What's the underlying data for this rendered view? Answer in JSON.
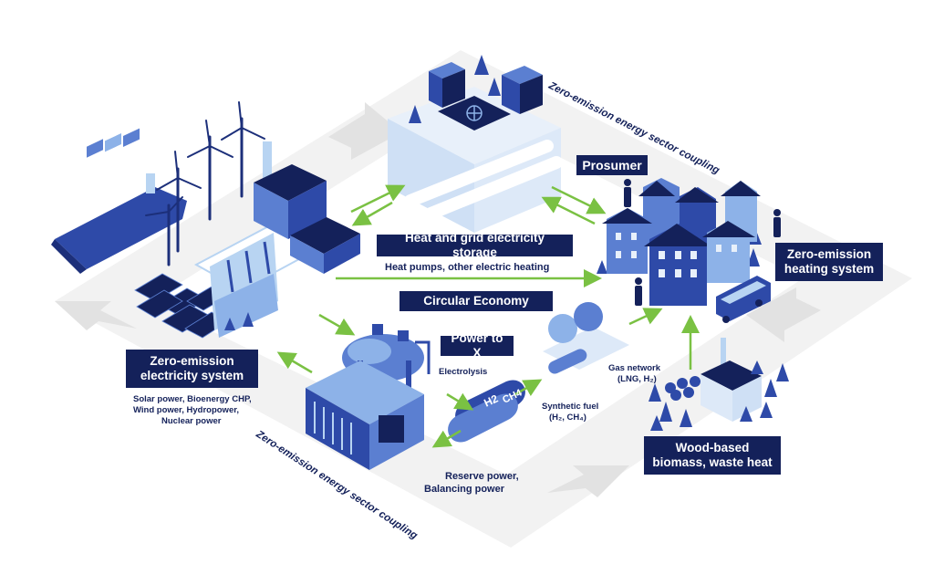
{
  "colors": {
    "label_bg": "#14215a",
    "label_text": "#ffffff",
    "arrow_green": "#7ac143",
    "building_blue": "#2e4aa8",
    "light_blue": "#b8d4f2",
    "platform": "#ececec"
  },
  "labels": {
    "heat_storage": "Heat and grid electricity storage",
    "heat_pumps": "Heat pumps, other electric heating",
    "circular": "Circular Economy",
    "prosumer": "Prosumer",
    "heating_system": "Zero-emission heating system",
    "power_to_x": "Power to X",
    "electrolysis": "Electrolysis",
    "electricity_system": "Zero-emission electricity system",
    "sources_1": "Solar power, Bioenergy CHP,",
    "sources_2": "Wind power, Hydropower,",
    "sources_3": "Nuclear power",
    "gas_network_1": "Gas network",
    "gas_network_2": "(LNG, H₂)",
    "synthetic_fuel_1": "Synthetic fuel",
    "synthetic_fuel_2": "(H₂, CH₄)",
    "reserve_1": "Reserve power,",
    "reserve_2": "Balancing power",
    "biomass": "Wood-based biomass, waste heat",
    "coupling_top": "Zero-emission energy sector coupling",
    "coupling_bottom": "Zero-emission energy sector coupling",
    "tank_h2": "H2",
    "tank_ch4": "CH4"
  },
  "icons": [
    "wind-turbine-icon",
    "cargo-ship-icon",
    "solar-panel-icon",
    "hydro-dam-icon",
    "factory-icon",
    "container-icon",
    "electric-pylon-icon",
    "storage-pipes-icon",
    "apartment-buildings-icon",
    "person-icon",
    "bus-icon",
    "tree-icon",
    "electrolysis-tank-icon",
    "engine-generator-icon",
    "gas-cylinder-icon",
    "gas-sphere-icon",
    "biomass-plant-icon",
    "wood-logs-icon"
  ]
}
